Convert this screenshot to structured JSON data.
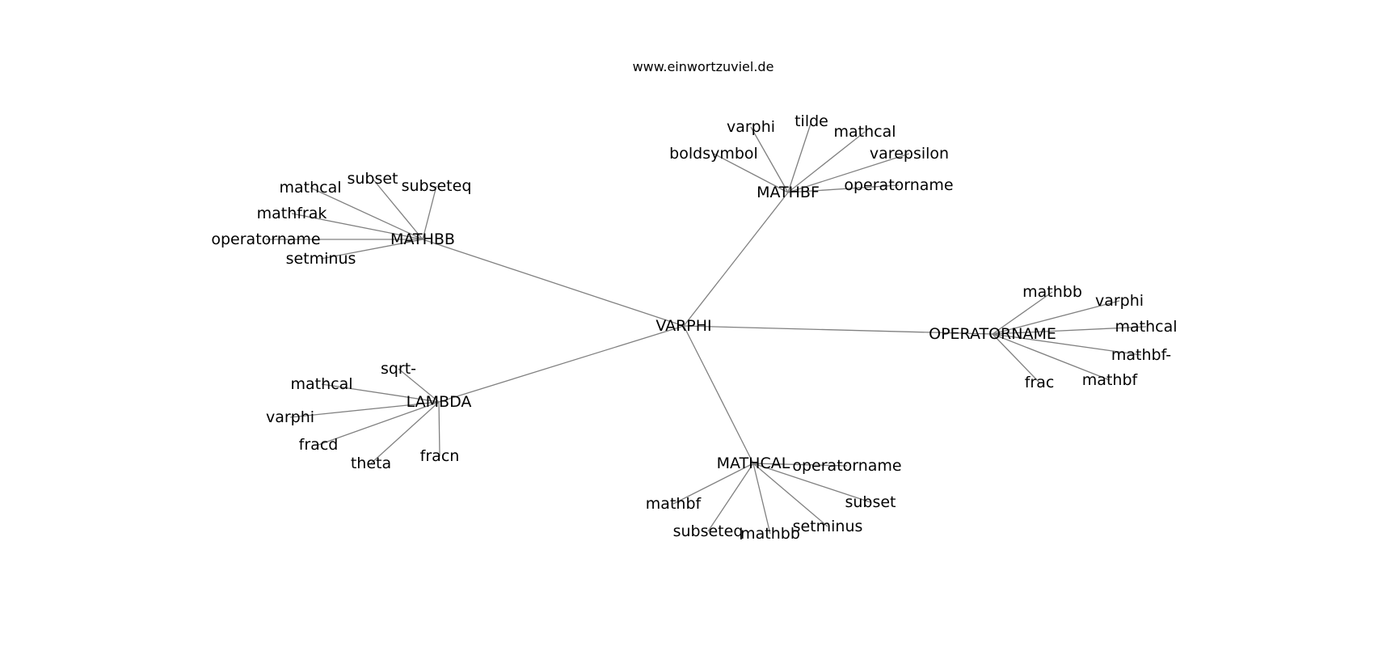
{
  "caption": "www.einwortzuviel.de",
  "colors": {
    "edge": "#808080",
    "text": "#000000",
    "background": "#ffffff"
  },
  "graph": {
    "root": "VARPHI",
    "hubs": [
      {
        "label": "MATHBB",
        "leaves": [
          "mathcal",
          "subset",
          "subseteq",
          "mathfrak",
          "operatorname",
          "setminus"
        ]
      },
      {
        "label": "MATHBF",
        "leaves": [
          "varphi",
          "tilde",
          "mathcal",
          "boldsymbol",
          "varepsilon",
          "operatorname"
        ]
      },
      {
        "label": "OPERATORNAME",
        "leaves": [
          "mathbb",
          "varphi",
          "mathcal",
          "mathbf-",
          "frac",
          "mathbf"
        ]
      },
      {
        "label": "LAMBDA",
        "leaves": [
          "sqrt-",
          "mathcal",
          "varphi",
          "fracd",
          "theta",
          "fracn"
        ]
      },
      {
        "label": "MATHCAL",
        "leaves": [
          "operatorname",
          "mathbf",
          "subset",
          "setminus",
          "subseteq",
          "mathbb"
        ]
      }
    ]
  }
}
